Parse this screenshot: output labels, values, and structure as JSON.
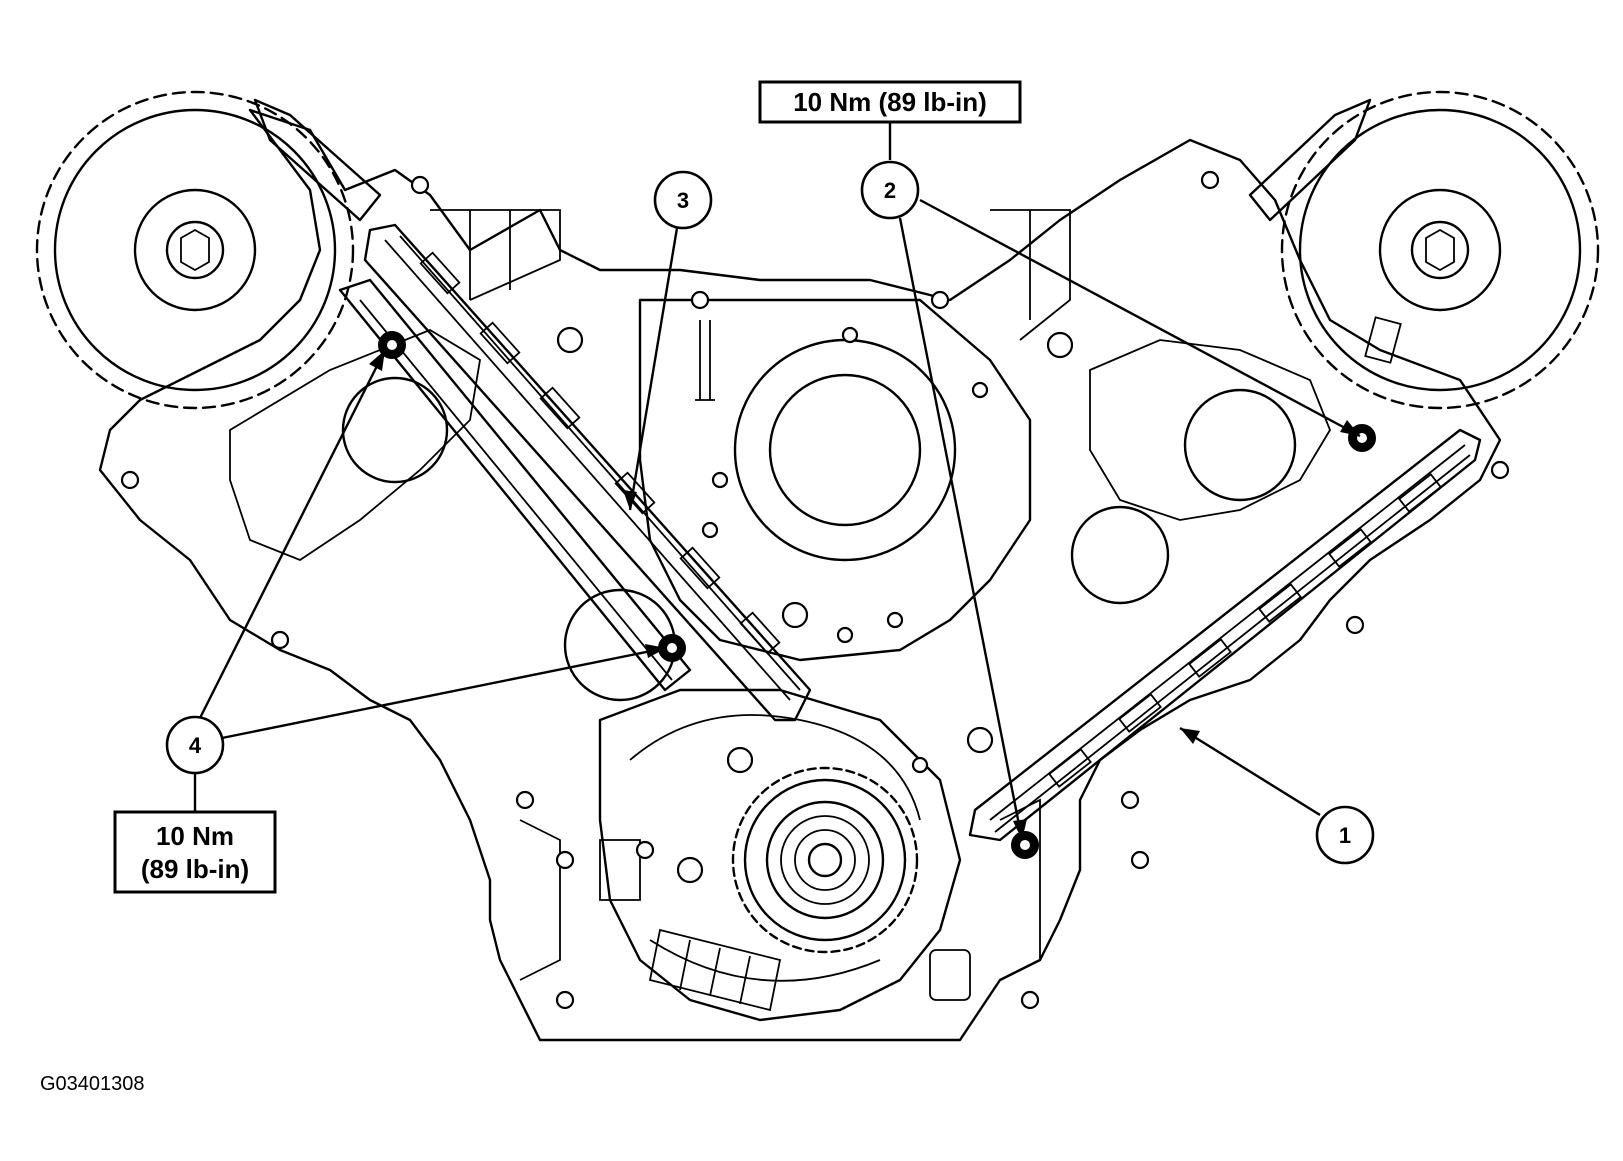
{
  "callouts": [
    {
      "id": "1",
      "label": "1"
    },
    {
      "id": "2",
      "label": "2"
    },
    {
      "id": "3",
      "label": "3"
    },
    {
      "id": "4",
      "label": "4"
    }
  ],
  "torque_top": {
    "line1": "10 Nm (89 lb-in)"
  },
  "torque_left": {
    "line1": "10 Nm",
    "line2": "(89 lb-in)"
  },
  "figure_code": "G03401308",
  "icons": {
    "left_sprocket": "gear-icon",
    "right_sprocket": "gear-icon",
    "crank_sprocket": "gear-icon",
    "fastener": "bolt-icon"
  }
}
